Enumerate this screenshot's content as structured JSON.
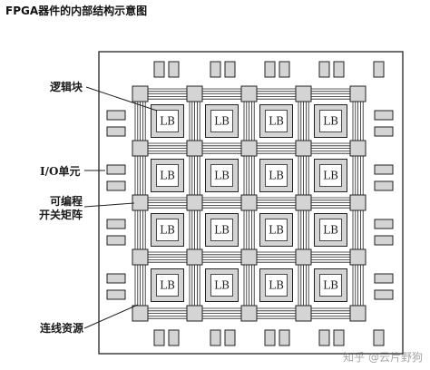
{
  "title": "FPGA器件的内部结构示意图",
  "labels": {
    "logic_block": "逻辑块",
    "io_unit": "I/O单元",
    "programmable_switch_line1": "可编程",
    "programmable_switch_line2": "开关矩阵",
    "interconnect": "连线资源"
  },
  "lb_label": "LB",
  "grid": {
    "rows": 4,
    "cols": 4
  },
  "watermark": "知乎 @云片野狗",
  "colors": {
    "fill_gray": "#d4d4d4",
    "outline": "#222222",
    "background": "#ffffff"
  }
}
